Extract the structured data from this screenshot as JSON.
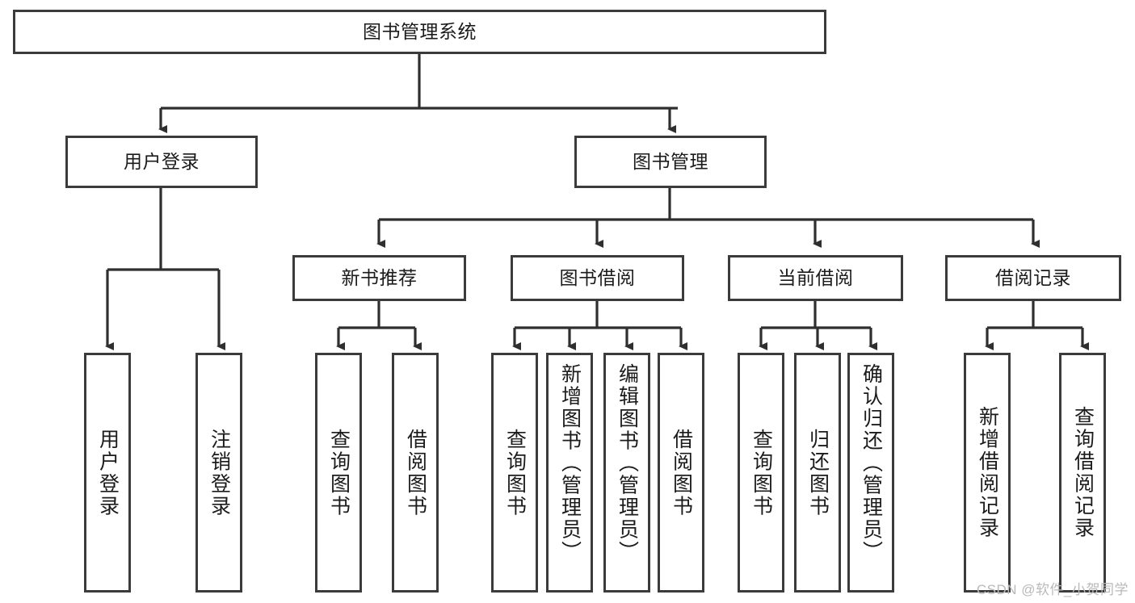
{
  "diagram": {
    "type": "tree-hierarchy",
    "title": "图书管理系统",
    "watermark": "CSDN @软件_小贺同学",
    "colors": {
      "box_border": "#3b3b3b",
      "box_fill": "#ffffff",
      "edge": "#2f2f2f",
      "text": "#1b1b1b",
      "watermark": "#b9b9b9",
      "background": "#ffffff"
    },
    "levels": {
      "root": {
        "id": "root",
        "label": "图书管理系统",
        "orientation": "horizontal"
      },
      "level2": [
        {
          "id": "user-login",
          "label": "用户登录",
          "orientation": "horizontal"
        },
        {
          "id": "book-management",
          "label": "图书管理",
          "orientation": "horizontal"
        }
      ],
      "level3": [
        {
          "id": "new-book-recommend",
          "label": "新书推荐",
          "orientation": "horizontal",
          "parent": "book-management"
        },
        {
          "id": "book-borrow",
          "label": "图书借阅",
          "orientation": "horizontal",
          "parent": "book-management"
        },
        {
          "id": "current-borrow",
          "label": "当前借阅",
          "orientation": "horizontal",
          "parent": "book-management"
        },
        {
          "id": "borrow-record",
          "label": "借阅记录",
          "orientation": "horizontal",
          "parent": "book-management"
        }
      ],
      "leaves": [
        {
          "id": "leaf-user-login",
          "label": "用户登录",
          "orientation": "vertical",
          "parent": "user-login"
        },
        {
          "id": "leaf-logout-login",
          "label": "注销登录",
          "orientation": "vertical",
          "parent": "user-login"
        },
        {
          "id": "leaf-query-book-1",
          "label": "查询图书",
          "orientation": "vertical",
          "parent": "new-book-recommend"
        },
        {
          "id": "leaf-borrow-book-1",
          "label": "借阅图书",
          "orientation": "vertical",
          "parent": "new-book-recommend"
        },
        {
          "id": "leaf-query-book-2",
          "label": "查询图书",
          "orientation": "vertical",
          "parent": "book-borrow"
        },
        {
          "id": "leaf-add-book-admin",
          "label": "新增图书（管理员）",
          "orientation": "vertical",
          "parent": "book-borrow"
        },
        {
          "id": "leaf-edit-book-admin",
          "label": "编辑图书（管理员）",
          "orientation": "vertical",
          "parent": "book-borrow"
        },
        {
          "id": "leaf-borrow-book-2",
          "label": "借阅图书",
          "orientation": "vertical",
          "parent": "book-borrow"
        },
        {
          "id": "leaf-query-book-3",
          "label": "查询图书",
          "orientation": "vertical",
          "parent": "current-borrow"
        },
        {
          "id": "leaf-return-book",
          "label": "归还图书",
          "orientation": "vertical",
          "parent": "current-borrow"
        },
        {
          "id": "leaf-confirm-return-admin",
          "label": "确认归还（管理员）",
          "orientation": "vertical",
          "parent": "current-borrow"
        },
        {
          "id": "leaf-add-borrow-record",
          "label": "新增借阅记录",
          "orientation": "vertical",
          "parent": "borrow-record"
        },
        {
          "id": "leaf-query-borrow-record",
          "label": "查询借阅记录",
          "orientation": "vertical",
          "parent": "borrow-record"
        }
      ]
    }
  }
}
